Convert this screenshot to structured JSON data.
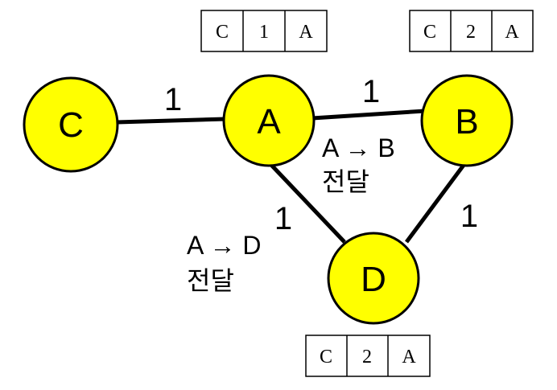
{
  "colors": {
    "node_fill": "#ffff00",
    "stroke": "#000000",
    "background": "#ffffff"
  },
  "nodes": {
    "A": "A",
    "B": "B",
    "C": "C",
    "D": "D"
  },
  "edges": {
    "c_a": "1",
    "a_b": "1",
    "a_d": "1",
    "b_d": "1"
  },
  "annotations": {
    "ab": {
      "line1": "A → B",
      "line2": "전달"
    },
    "ad": {
      "line1": "A → D",
      "line2": "전달"
    }
  },
  "tables": {
    "A": [
      "C",
      "1",
      "A"
    ],
    "B": [
      "C",
      "2",
      "A"
    ],
    "D": [
      "C",
      "2",
      "A"
    ]
  }
}
